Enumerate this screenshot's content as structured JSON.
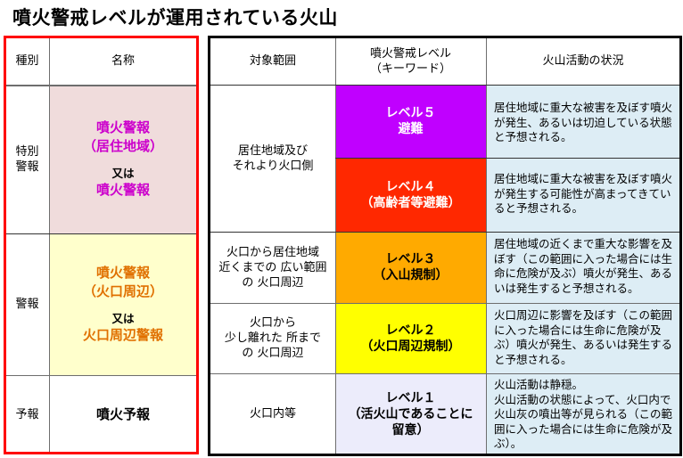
{
  "title": "噴火警戒レベルが運用されている火山",
  "colors": {
    "red_border": "#ff0000",
    "level5_bg": "#c000ff",
    "level4_bg": "#ff2800",
    "level3_bg": "#ffaa00",
    "level2_bg": "#ffff00",
    "level1_bg": "#ececfb",
    "special_warning_bg": "#f0dcdc",
    "warning_bg": "#ffffcc",
    "description_bg": "#ddedf5",
    "special_warning_text": "#cc00cc",
    "warning_text": "#e07000"
  },
  "left_table": {
    "headers": {
      "type": "種別",
      "name": "名称"
    },
    "rows": [
      {
        "type": "特別\n警報",
        "name_line1": "噴火警報",
        "name_line2": "（居住地域）",
        "or": "又は",
        "name_alt": "噴火警報"
      },
      {
        "type": "警報",
        "name_line1": "噴火警報",
        "name_line2": "（火口周辺）",
        "or": "又は",
        "name_alt": "火口周辺警報"
      },
      {
        "type": "予報",
        "name_line1": "噴火予報"
      }
    ]
  },
  "right_table": {
    "headers": {
      "target": "対象範囲",
      "level_line1": "噴火警戒レベル",
      "level_line2": "（キーワード）",
      "status": "火山活動の状況"
    },
    "targets": [
      {
        "text_line1": "居住地域及び",
        "text_line2": "それより火口側"
      },
      {
        "text_line1": "火口から居住地域",
        "text_line2": "近くまでの 広い範囲",
        "text_line3": "の 火口周辺"
      },
      {
        "text_line1": "火口から",
        "text_line2": "少し離れた 所まで",
        "text_line3": "の 火口周辺"
      },
      {
        "text_line1": "火口内等"
      }
    ],
    "levels": [
      {
        "label": "レベル５",
        "keyword": "避難",
        "status": "居住地域に重大な被害を及ぼす噴火が発生、あるいは切迫している状態と予想される。"
      },
      {
        "label": "レベル４",
        "keyword": "（高齢者等避難）",
        "status": "居住地域に重大な被害を及ぼす噴火が発生する可能性が高まってきていると予想される。"
      },
      {
        "label": "レベル３",
        "keyword": "（入山規制）",
        "status": "居住地域の近くまで重大な影響を及ぼす（この範囲に入った場合には生命に危険が及ぶ）噴火が発生、あるいは発生すると予想される。"
      },
      {
        "label": "レベル２",
        "keyword": "（火口周辺規制）",
        "status": "火口周辺に影響を及ぼす（この範囲に入った場合には生命に危険が及ぶ）噴火が発生、あるいは発生すると予想される。"
      },
      {
        "label": "レベル１",
        "keyword": "（活火山であることに",
        "keyword2": "留意）",
        "status": "火山活動は静穏。\n火山活動の状態によって、火口内で火山灰の噴出等が見られる（この範囲に入った場合には生命に危険が及ぶ）。"
      }
    ]
  }
}
